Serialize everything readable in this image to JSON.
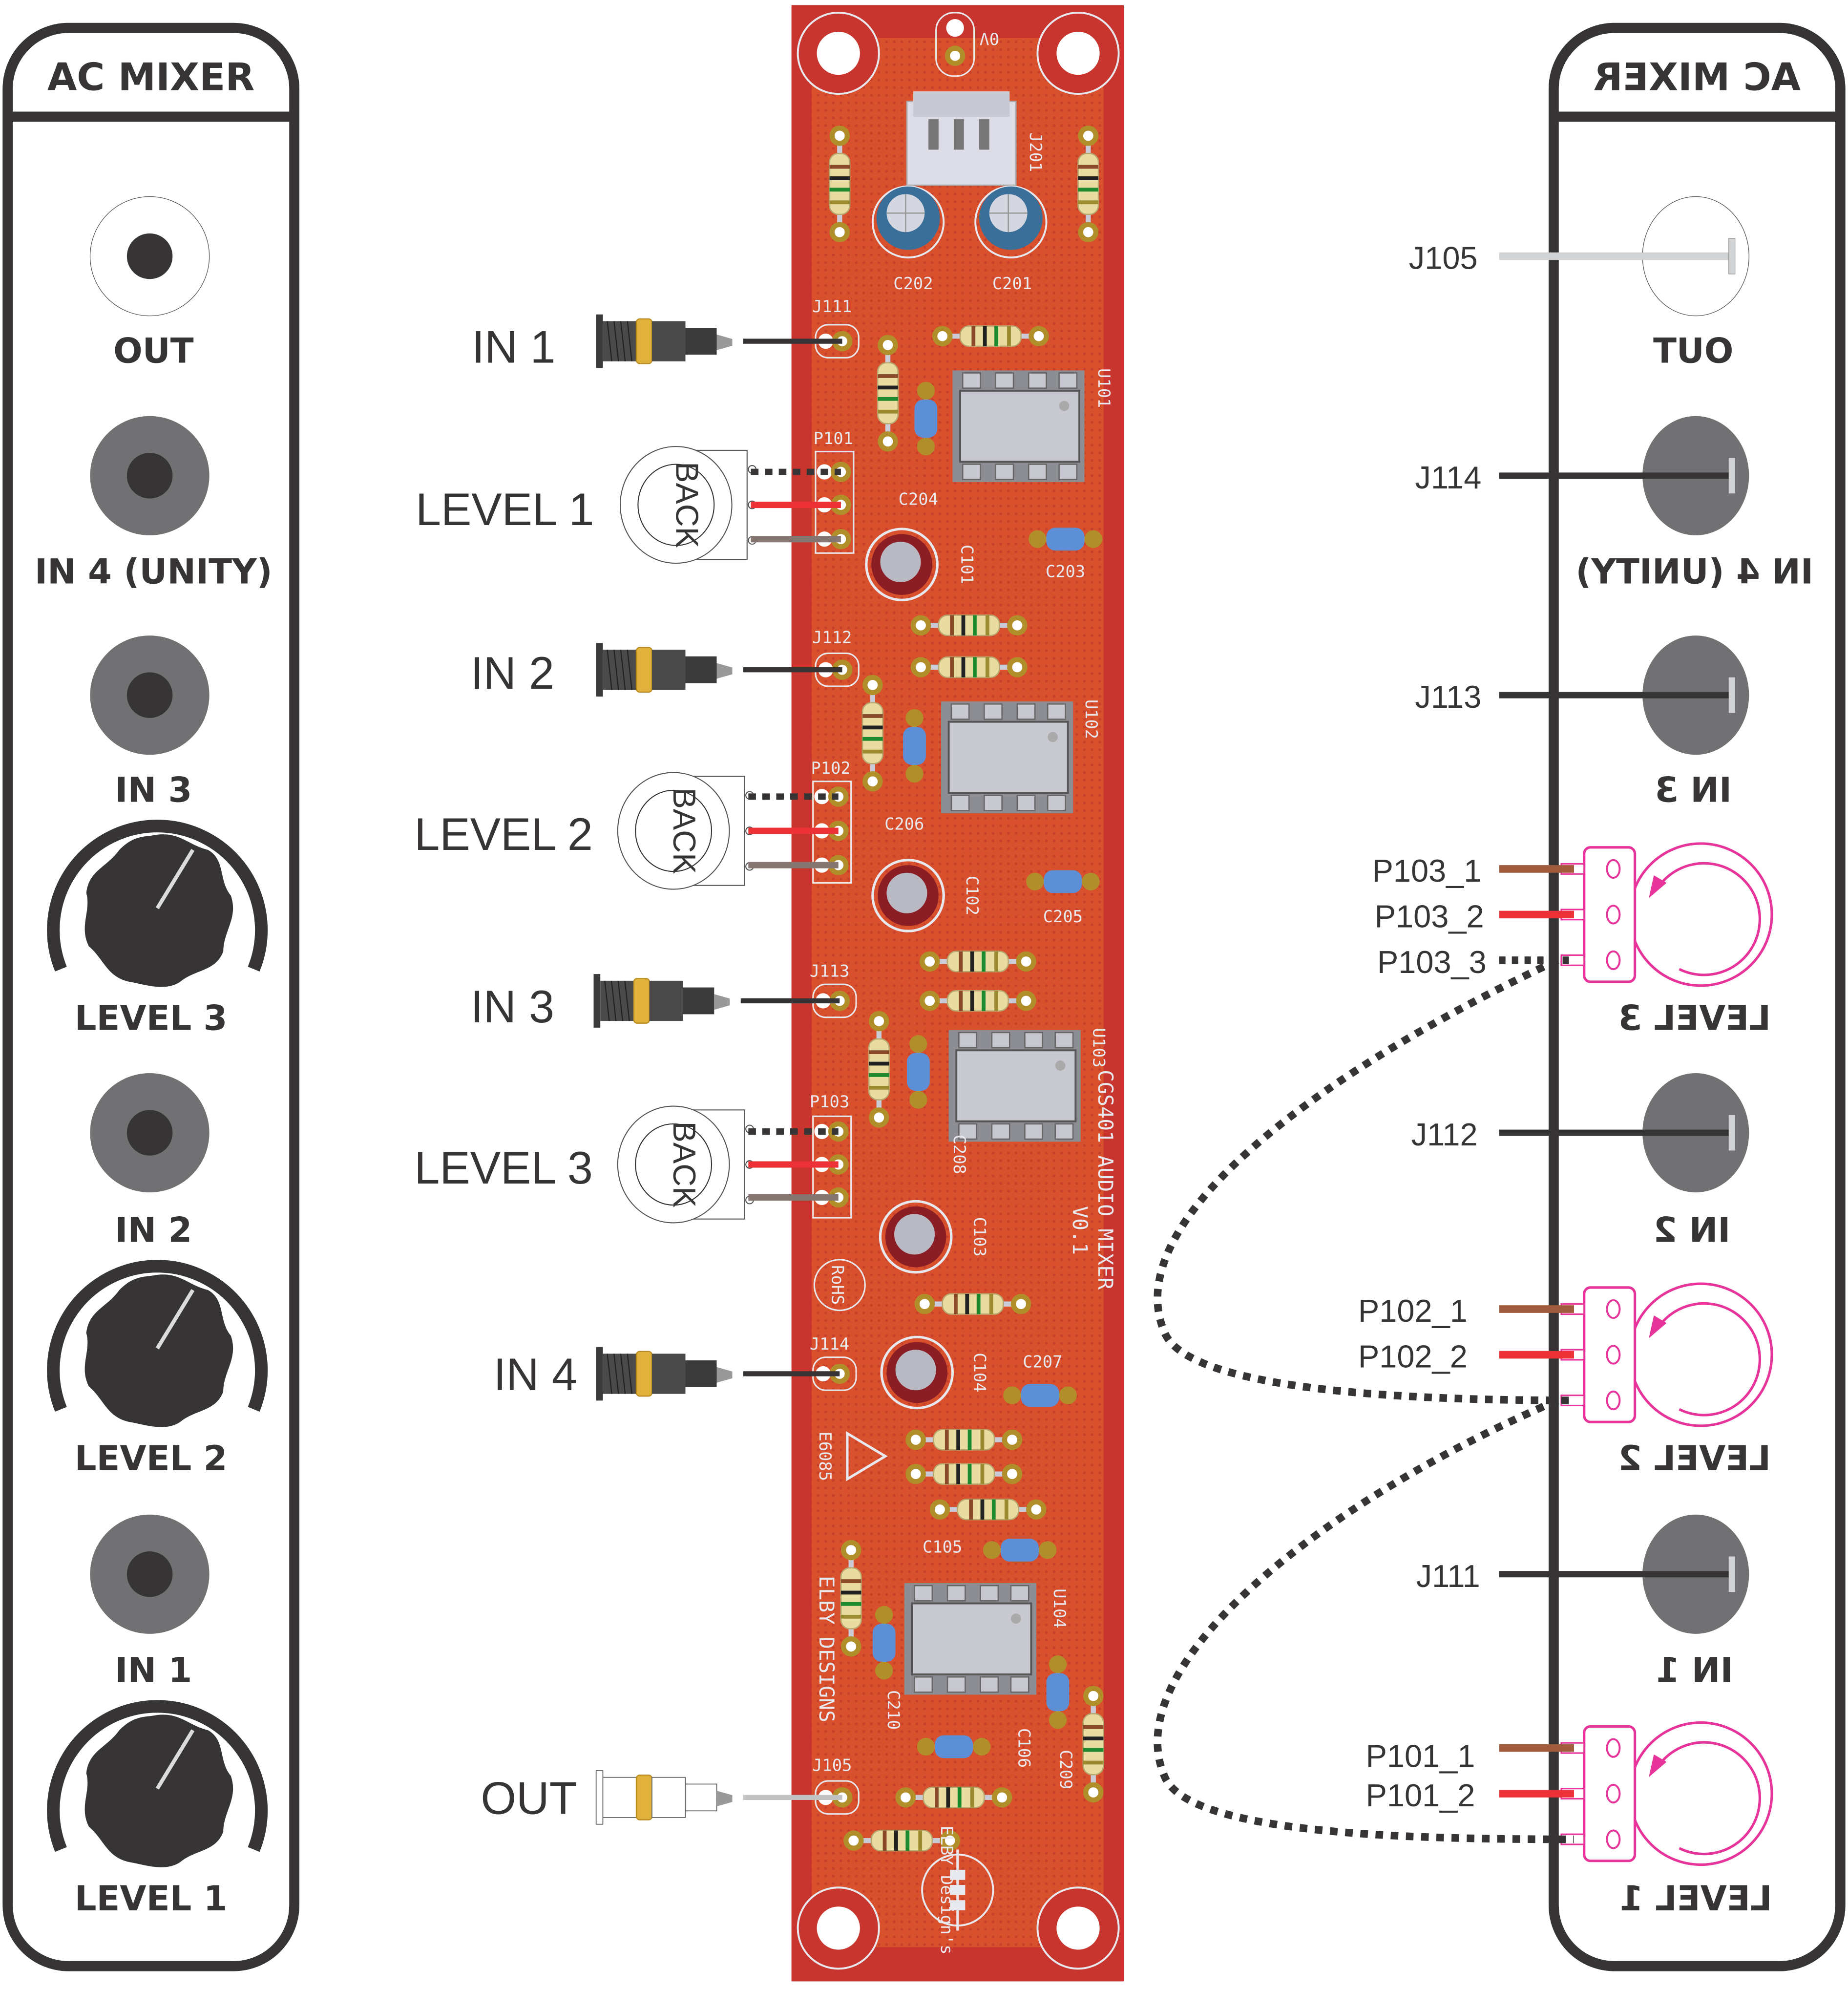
{
  "colors": {
    "ink": "#373435",
    "jack_grey": "#717174",
    "pcb_red": "#c8352e",
    "pcb_copper": "#d9502c",
    "silk": "#e8e8ef",
    "pot_magenta": "#e6349a",
    "wire_brown": "#a05c3c",
    "wire_red": "#ec3237",
    "wire_grey": "#857671",
    "wire_light": "#d1d3d4",
    "nut_gold": "#e0b13b"
  },
  "front_panel": {
    "title": "AC MIXER",
    "controls": [
      {
        "type": "jack",
        "label": "OUT",
        "style": "output"
      },
      {
        "type": "jack",
        "label": "IN 4 (UNITY)",
        "style": "input"
      },
      {
        "type": "jack",
        "label": "IN 3",
        "style": "input"
      },
      {
        "type": "knob",
        "label": "LEVEL 3"
      },
      {
        "type": "jack",
        "label": "IN 2",
        "style": "input"
      },
      {
        "type": "knob",
        "label": "LEVEL 2"
      },
      {
        "type": "jack",
        "label": "IN 1",
        "style": "input"
      },
      {
        "type": "knob",
        "label": "LEVEL 1"
      }
    ]
  },
  "pcb_side": {
    "labels": [
      "IN 1",
      "LEVEL 1",
      "IN 2",
      "LEVEL 2",
      "IN 3",
      "LEVEL 3",
      "IN 4",
      "OUT"
    ],
    "pot_back_text": "BACK",
    "silkscreen": {
      "refs": [
        "0V",
        "J201",
        "C202",
        "C201",
        "J111",
        "U101",
        "P101",
        "C204",
        "C203",
        "C101",
        "J112",
        "U102",
        "P102",
        "C206",
        "C102",
        "C205",
        "J113",
        "U103",
        "P103",
        "C208",
        "C103",
        "J114",
        "C104",
        "C207",
        "C105",
        "U104",
        "C210",
        "C106",
        "C209",
        "J105"
      ],
      "board_name": "CGS401 AUDIO MIXER",
      "version": "V0.1",
      "maker": "ELBY DESIGNS",
      "code": "E6085",
      "logo_text": "ELBY Design's",
      "rohs": "RoHS"
    }
  },
  "rear_panel": {
    "title": "AC MIXER",
    "items": [
      {
        "type": "jack",
        "label": "OUT",
        "ref": "J105"
      },
      {
        "type": "jack",
        "label": "IN 4 (UNITY)",
        "ref": "J114"
      },
      {
        "type": "jack",
        "label": "IN 3",
        "ref": "J113"
      },
      {
        "type": "pot",
        "label": "LEVEL 3",
        "pins": [
          "P103_1",
          "P103_2",
          "P103_3"
        ]
      },
      {
        "type": "jack",
        "label": "IN 2",
        "ref": "J112"
      },
      {
        "type": "pot",
        "label": "LEVEL 2",
        "pins": [
          "P102_1",
          "P102_2"
        ]
      },
      {
        "type": "jack",
        "label": "IN 1",
        "ref": "J111"
      },
      {
        "type": "pot",
        "label": "LEVEL 1",
        "pins": [
          "P101_1",
          "P101_2"
        ]
      }
    ]
  }
}
